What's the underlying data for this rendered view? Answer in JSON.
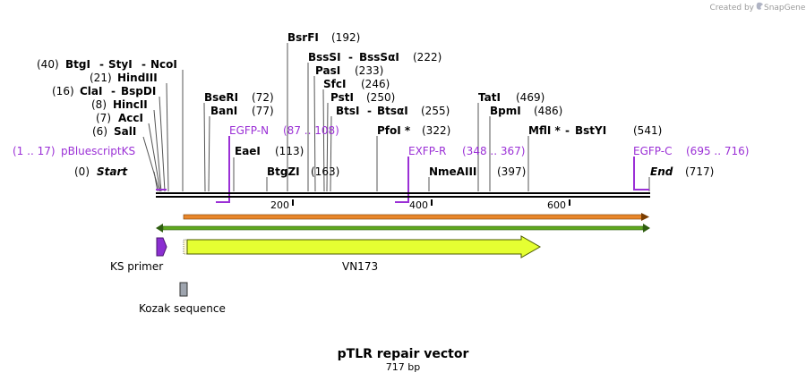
{
  "credit": "Created by",
  "brand": "SnapGene",
  "title": "pTLR repair vector",
  "subtitle": "717 bp",
  "ruler_ticks": [
    "200",
    "400",
    "600"
  ],
  "site_labels": [
    {
      "name": "BtgI",
      "pos": "(40)",
      "sep": "-",
      "name2": "StyI",
      "sep2": "-",
      "name3": "NcoI"
    },
    {
      "name": "HindIII",
      "pos": "(21)"
    },
    {
      "name": "ClaI",
      "pos": "(16)",
      "sep": "-",
      "name2": "BspDI"
    },
    {
      "name": "HincII",
      "pos": "(8)"
    },
    {
      "name": "AccI",
      "pos": "(7)"
    },
    {
      "name": "SalI",
      "pos": "(6)"
    },
    {
      "name": "BsrFI",
      "pos": "(192)"
    },
    {
      "name": "BssSI",
      "sep": "-",
      "name2": "BssSαI",
      "pos": "(222)"
    },
    {
      "name": "PasI",
      "pos": "(233)"
    },
    {
      "name": "SfcI",
      "pos": "(246)"
    },
    {
      "name": "PstI",
      "pos": "(250)"
    },
    {
      "name": "BtsI",
      "sep": "-",
      "name2": "BtsαI",
      "pos": "(255)"
    },
    {
      "name": "BseRI",
      "pos": "(72)"
    },
    {
      "name": "BanI",
      "pos": "(77)"
    },
    {
      "name": "EaeI",
      "pos": "(113)"
    },
    {
      "name": "BtgZI",
      "pos": "(163)"
    },
    {
      "name": "PfoI *",
      "pos": "(322)"
    },
    {
      "name": "NmeAIII",
      "pos": "(397)"
    },
    {
      "name": "TatI",
      "pos": "(469)"
    },
    {
      "name": "BpmI",
      "pos": "(486)"
    },
    {
      "name": "MflI *",
      "sep": "-",
      "name2": "BstYI",
      "pos": "(541)"
    }
  ],
  "ends": {
    "start": "Start",
    "start_pos": "(0)",
    "end": "End",
    "end_pos": "(717)"
  },
  "primers": [
    {
      "name": "pBluescriptKS",
      "range": "(1 .. 17)"
    },
    {
      "name": "EGFP-N",
      "range": "(87 .. 108)"
    },
    {
      "name": "EXFP-R",
      "range": "(348 .. 367)"
    },
    {
      "name": "EGFP-C",
      "range": "(695 .. 716)"
    }
  ],
  "features": [
    {
      "name": "KS primer",
      "color": "#8b2fd1"
    },
    {
      "name": "VN173",
      "color": "#e5ff32"
    },
    {
      "name": "Kozak sequence",
      "color": "#9ea4ae"
    }
  ],
  "colors": {
    "orf": "#e8862a",
    "green": "#5fa81e",
    "primer": "#9b30d6"
  }
}
